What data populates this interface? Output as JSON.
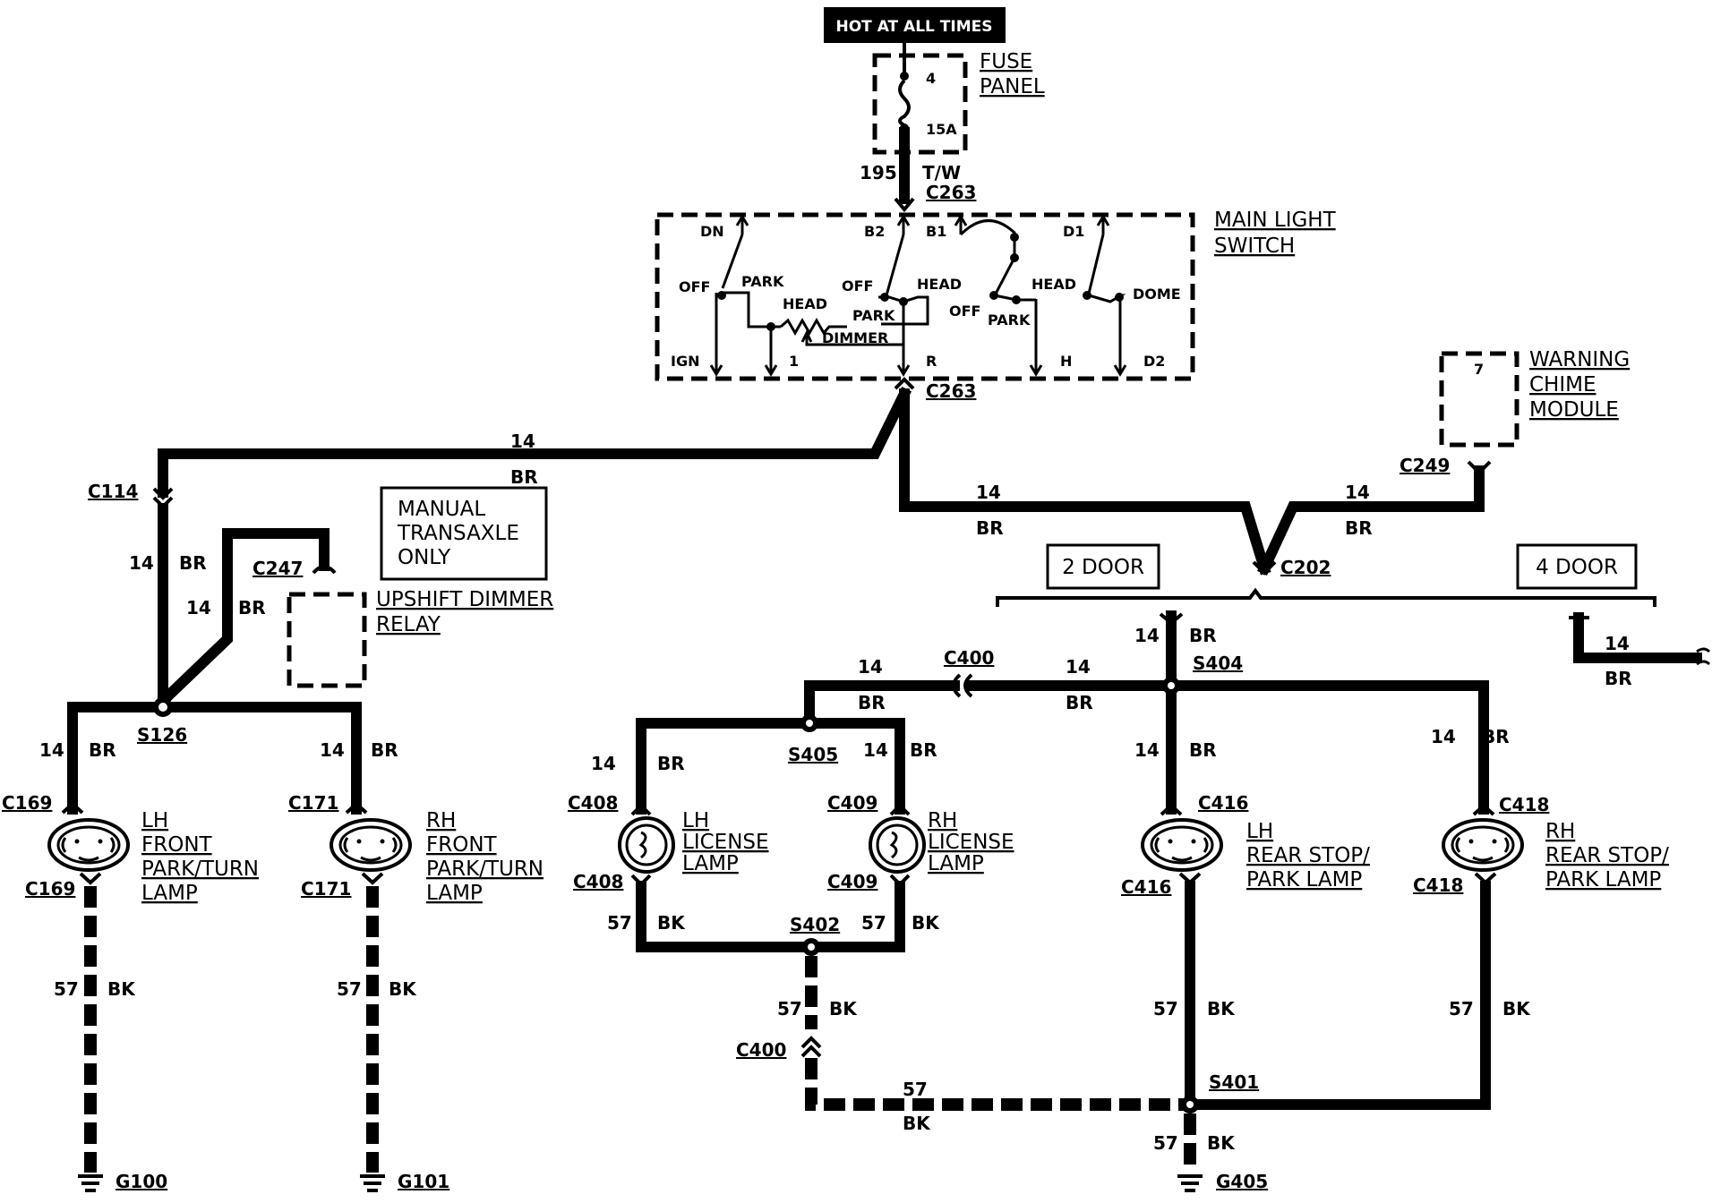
{
  "header": {
    "hot_label": "HOT AT ALL TIMES"
  },
  "fuse": {
    "panel_line1": "FUSE",
    "panel_line2": "PANEL",
    "number": "4",
    "rating": "15A",
    "wire_gauge": "195",
    "wire_color": "T/W",
    "connector": "C263"
  },
  "switch": {
    "title_line1": "MAIN LIGHT",
    "title_line2": "SWITCH",
    "connector_bottom": "C263",
    "terminals": [
      "DN",
      "B2",
      "B1",
      "D1",
      "IGN",
      "1",
      "R",
      "H",
      "D2"
    ],
    "positions": [
      "OFF",
      "PARK",
      "HEAD",
      "OFF",
      "HEAD",
      "PARK",
      "OFF",
      "PARK",
      "HEAD",
      "DOME",
      "DIMMER"
    ]
  },
  "chime": {
    "line1": "WARNING",
    "line2": "CHIME",
    "line3": "MODULE",
    "pin": "7",
    "connector": "C249"
  },
  "manual_box": {
    "line1": "MANUAL",
    "line2": "TRANSAXLE",
    "line3": "ONLY"
  },
  "relay": {
    "line1": "UPSHIFT DIMMER",
    "line2": "RELAY",
    "connector": "C247"
  },
  "connectors": {
    "c114": "C114",
    "c202": "C202",
    "s126": "S126",
    "c169": "C169",
    "c171": "C171",
    "c400": "C400",
    "s404": "S404",
    "s405": "S405",
    "c408": "C408",
    "c409": "C409",
    "c416": "C416",
    "c418": "C418",
    "s402": "S402",
    "s401": "S401"
  },
  "door_labels": {
    "two": "2 DOOR",
    "four": "4 DOOR"
  },
  "wire": {
    "gauge14": "14",
    "color_br": "BR",
    "gauge57": "57",
    "color_bk": "BK"
  },
  "lamps": {
    "lh_front": [
      "LH",
      "FRONT",
      "PARK/TURN",
      "LAMP"
    ],
    "rh_front": [
      "RH",
      "FRONT",
      "PARK/TURN",
      "LAMP"
    ],
    "lh_license": [
      "LH",
      "LICENSE",
      "LAMP"
    ],
    "rh_license": [
      "RH",
      "LICENSE",
      "LAMP"
    ],
    "lh_rear": [
      "LH",
      "REAR STOP/",
      "PARK LAMP"
    ],
    "rh_rear": [
      "RH",
      "REAR STOP/",
      "PARK LAMP"
    ]
  },
  "grounds": {
    "g100": "G100",
    "g101": "G101",
    "g405": "G405"
  }
}
